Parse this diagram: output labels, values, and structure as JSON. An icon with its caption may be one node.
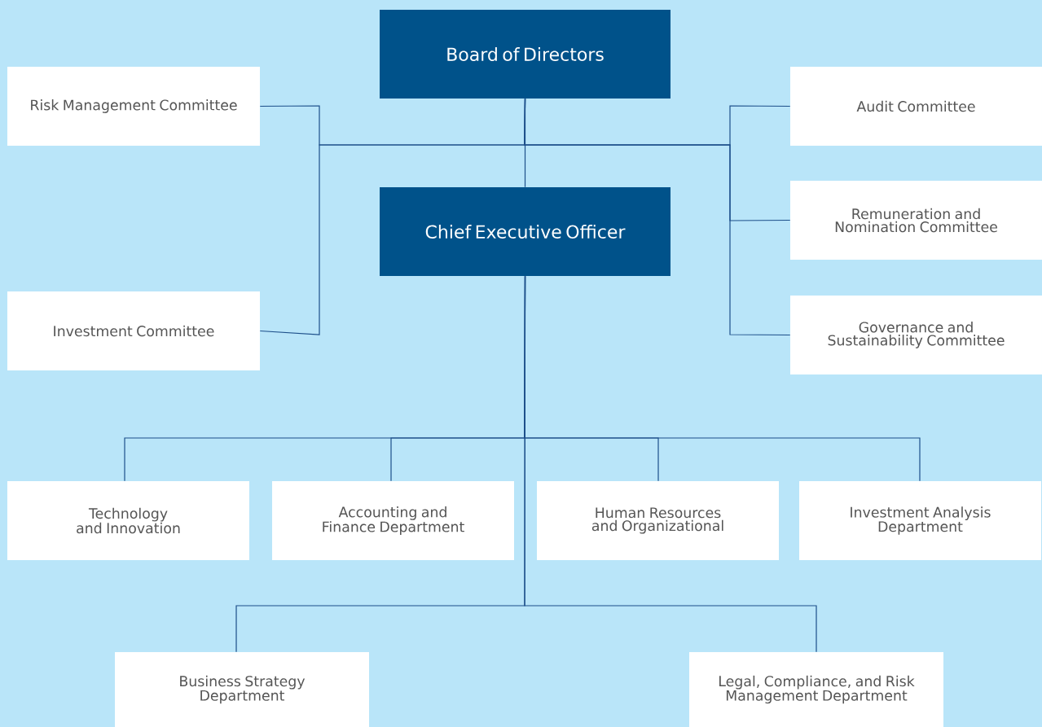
{
  "diagram": {
    "nodes": [
      {
        "text": [
          "Board of Directors"
        ]
      },
      {
        "text": [
          "Risk Management Committee"
        ]
      },
      {
        "text": [
          "Audit Committee"
        ]
      },
      {
        "text": [
          "Chief Executive Officer"
        ]
      },
      {
        "text": [
          "Remuneration and Nomination Committee"
        ]
      },
      {
        "text": [
          "Investment Committee"
        ]
      },
      {
        "text": [
          "Governance and Sustainability Committee"
        ]
      },
      {
        "text": [
          "Technology and Innovation"
        ]
      },
      {
        "text": [
          "Accounting and Finance Department"
        ]
      },
      {
        "text": [
          "Human Resources and Organizational"
        ]
      },
      {
        "text": [
          "Investment Analysis Department"
        ]
      },
      {
        "text": [
          "Business Strategy Department"
        ]
      },
      {
        "text": [
          "Legal, Compliance, and Risk Management Department"
        ]
      }
    ],
    "edges": [
      {
        "from": 0,
        "to": 3,
        "arrow": "none"
      },
      {
        "from": 0,
        "to": 1,
        "arrow": "none"
      },
      {
        "from": 0,
        "to": 5,
        "arrow": "none"
      },
      {
        "from": 0,
        "to": 2,
        "arrow": "none"
      },
      {
        "from": 0,
        "to": 4,
        "arrow": "none"
      },
      {
        "from": 0,
        "to": 6,
        "arrow": "none"
      },
      {
        "from": 3,
        "to": 7,
        "arrow": "none"
      },
      {
        "from": 3,
        "to": 8,
        "arrow": "none"
      },
      {
        "from": 3,
        "to": 9,
        "arrow": "none"
      },
      {
        "from": 3,
        "to": 10,
        "arrow": "none"
      },
      {
        "from": 3,
        "to": 11,
        "arrow": "none"
      },
      {
        "from": 3,
        "to": 12,
        "arrow": "none"
      }
    ]
  }
}
